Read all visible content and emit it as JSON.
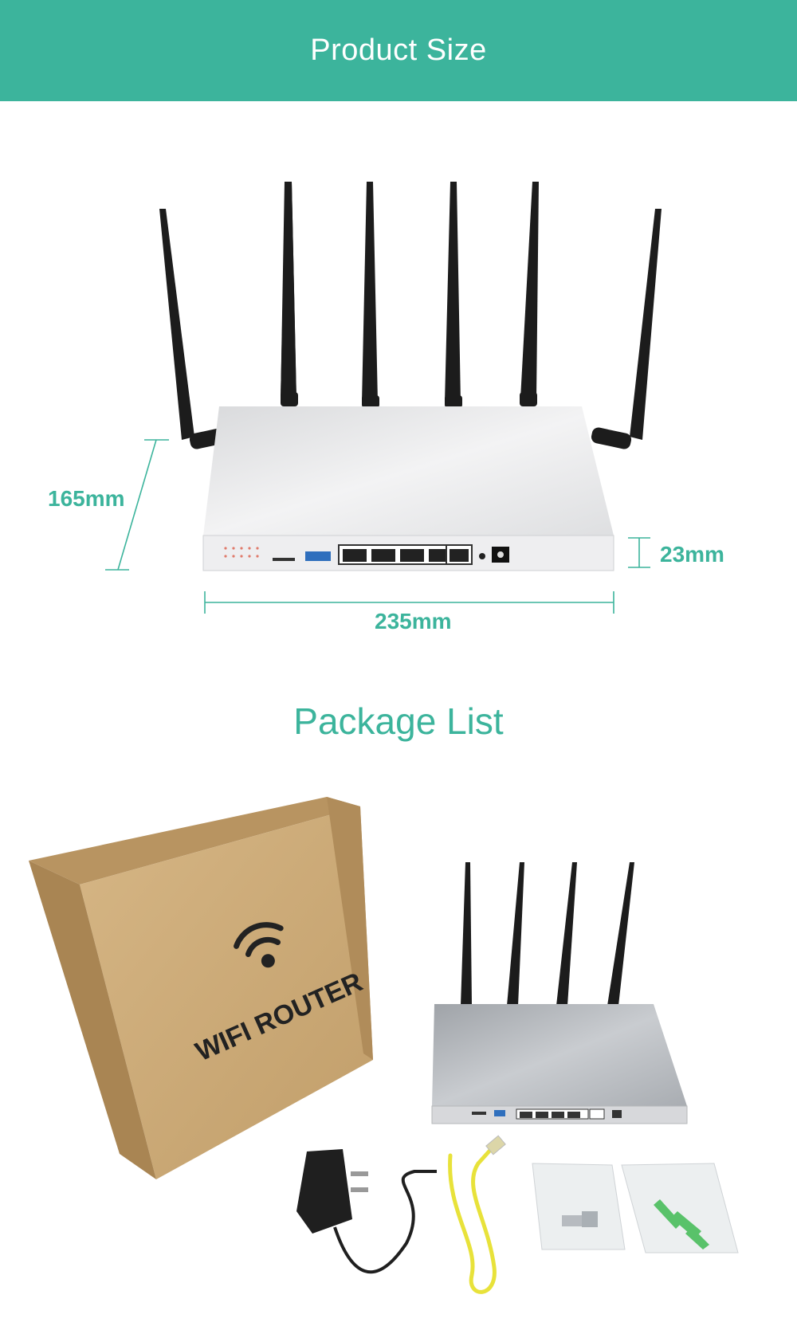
{
  "header": {
    "title": "Product Size"
  },
  "product_size": {
    "depth_label": "165mm",
    "height_label": "23mm",
    "width_label": "235mm"
  },
  "package": {
    "title": "Package List",
    "box_text": "WIFI ROUTER"
  },
  "colors": {
    "accent": "#3cb49c",
    "box": "#c9a775",
    "antenna": "#1a1a1a"
  }
}
